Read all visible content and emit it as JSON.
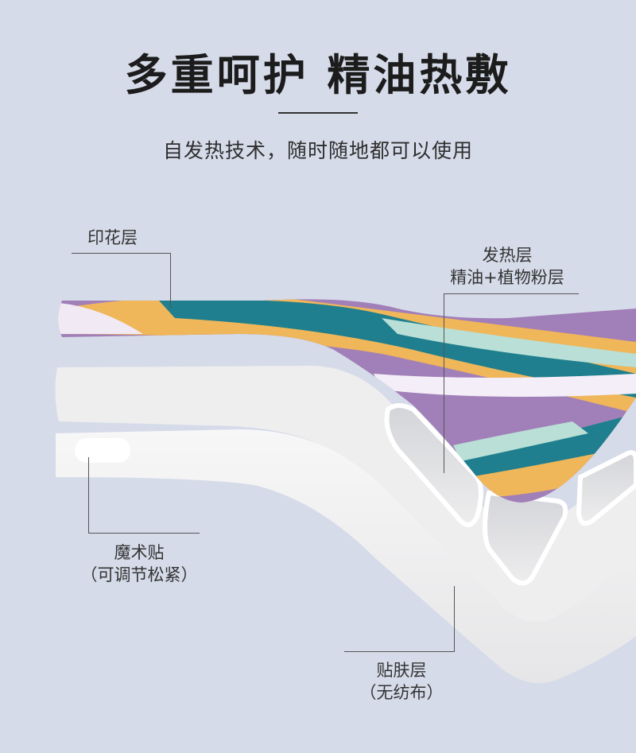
{
  "header": {
    "title": "多重呵护 精油热敷",
    "subtitle": "自发热技术，随时随地都可以使用"
  },
  "labels": {
    "print_layer": "印花层",
    "heat_layer_line1": "发热层",
    "heat_layer_line2": "精油+植物粉层",
    "velcro_line1": "魔术贴",
    "velcro_line2": "（可调节松紧）",
    "skin_layer_line1": "贴肤层",
    "skin_layer_line2": "（无纺布）"
  },
  "colors": {
    "background": "#d6dbe9",
    "purple": "#a17fb8",
    "orange": "#efb65a",
    "teal": "#1f7f8e",
    "mint": "#b9dfd6",
    "white_layer": "#f2f2f2"
  }
}
